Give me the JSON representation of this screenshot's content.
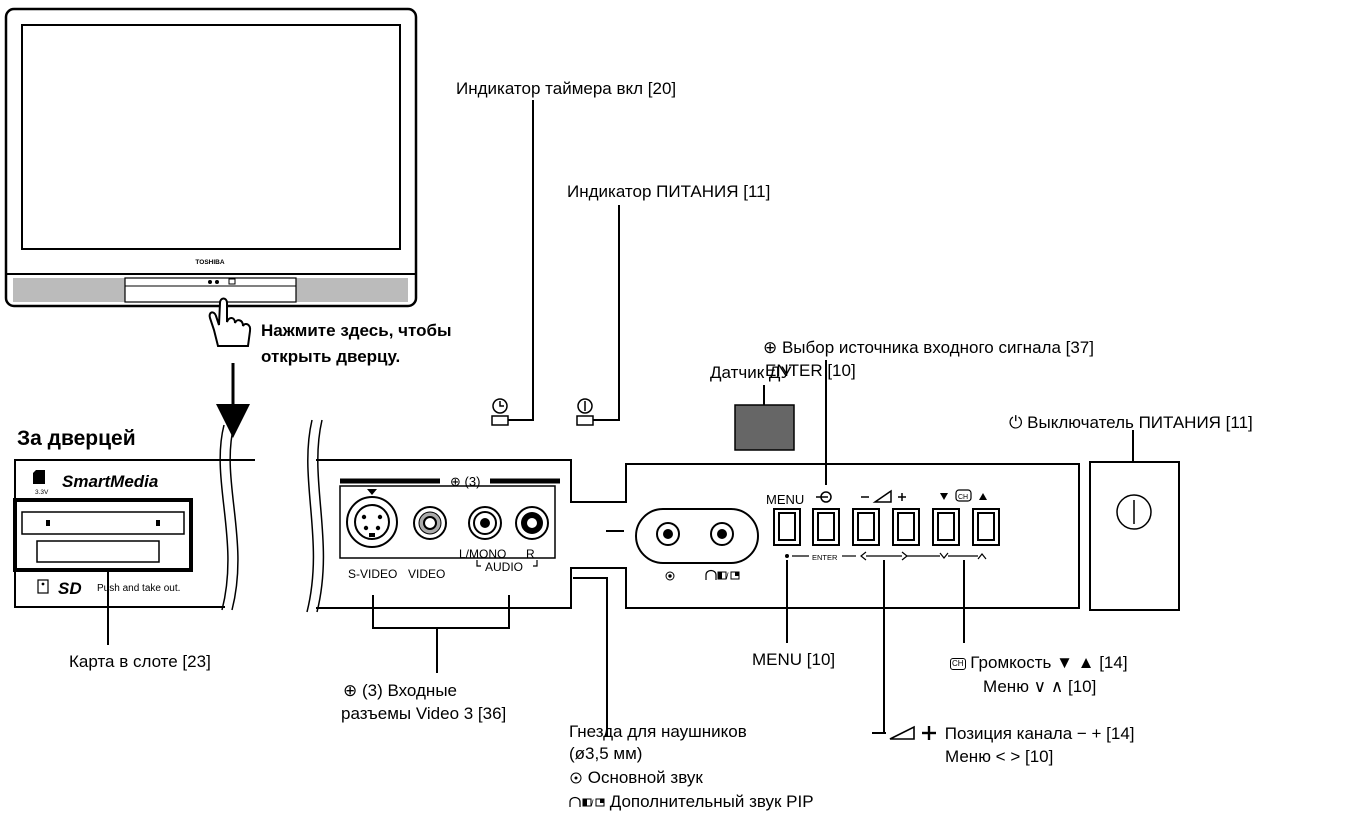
{
  "tv": {
    "brand": "TOSHIBA"
  },
  "door_hint": {
    "line1": "Нажмите здесь, чтобы",
    "line2": "открыть дверцу."
  },
  "behind_door": {
    "heading": "За дверцей",
    "smartmedia_logo": "SmartMedia",
    "voltage": "3.3V",
    "sd_logo": "SD",
    "sd_hint": "Push and take out.",
    "card_label": "Карта в слоте [23]"
  },
  "front_panel": {
    "av_header": "⊕ (3)",
    "svideo": "S-VIDEO",
    "video": "VIDEO",
    "lmono": "L/MONO",
    "r": "R",
    "audio": "AUDIO",
    "btn_menu": "MENU",
    "enter": "ENTER"
  },
  "callouts": {
    "timer": "Индикатор таймера вкл [20]",
    "power_led": "Индикатор ПИТАНИЯ [11]",
    "remote_sensor": "Датчик ДУ",
    "input_select": "⊕ Выбор источника входного сигнала [37]",
    "enter": "ENTER [10]",
    "power_switch": "⏻ Выключатель ПИТАНИЯ [11]",
    "menu": "MENU [10]",
    "volume_1": "Громкость ▼ ▲ [14]",
    "volume_2": "Меню ∨ ∧ [10]",
    "video3_1": "⊕ (3) Входные",
    "video3_2": "разъемы Video 3 [36]",
    "phones_1": "Гнезда для наушников",
    "phones_2": "(ø3,5 мм)",
    "phones_3": "Основной звук",
    "phones_4": "Дополнительный звук PIP",
    "channel_1": "Позиция канала − + [14]",
    "channel_2": "Меню < > [10]"
  }
}
